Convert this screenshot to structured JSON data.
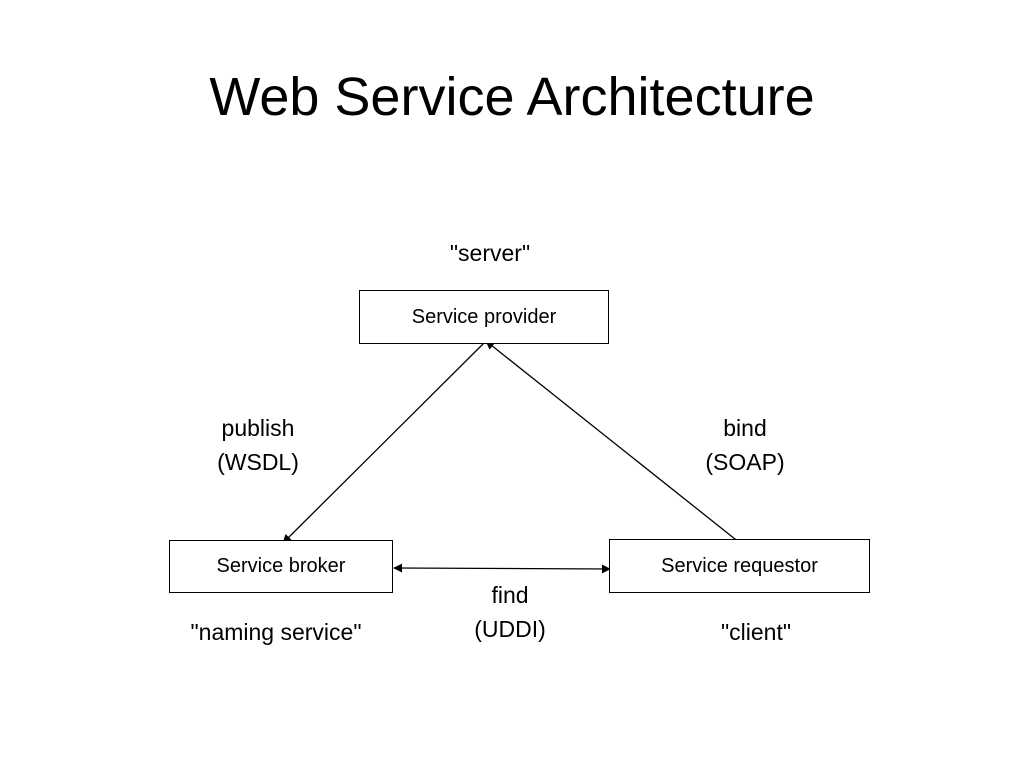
{
  "title": "Web Service Architecture",
  "nodes": {
    "provider": {
      "label": "Service provider",
      "caption": "\"server\""
    },
    "broker": {
      "label": "Service broker",
      "caption": "\"naming service\""
    },
    "requestor": {
      "label": "Service requestor",
      "caption": "\"client\""
    }
  },
  "edges": {
    "publish": {
      "line1": "publish",
      "line2": "(WSDL)"
    },
    "bind": {
      "line1": "bind",
      "line2": "(SOAP)"
    },
    "find": {
      "line1": "find",
      "line2": "(UDDI)"
    }
  }
}
